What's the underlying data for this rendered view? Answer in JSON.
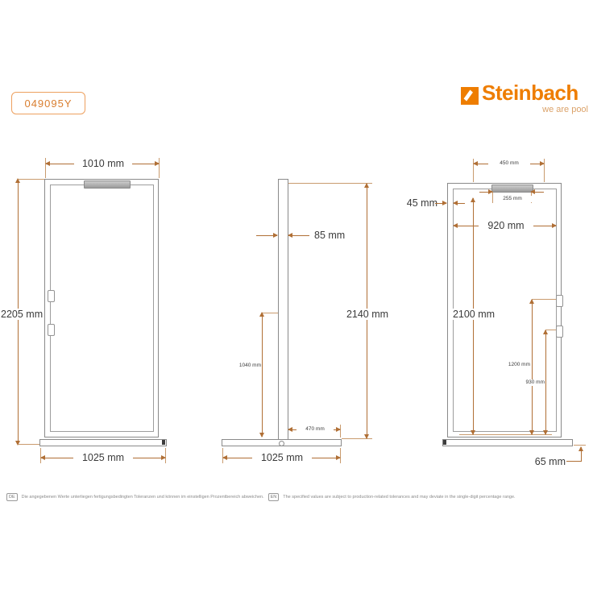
{
  "header": {
    "product_code": "049095Y",
    "brand_name": "Steinbach",
    "brand_tagline": "we are pool"
  },
  "colors": {
    "brand_orange": "#ee7d00",
    "dimension_line": "#b06f35",
    "outline_gray": "#8a8a8a"
  },
  "dims": {
    "front": {
      "top_width": "1010 mm",
      "total_height": "2205 mm",
      "base_width": "1025 mm"
    },
    "side": {
      "profile_depth": "85 mm",
      "frame_height": "2140 mm",
      "mid_height": "1040 mm",
      "base_offset": "470 mm",
      "base_width": "1025 mm"
    },
    "rear": {
      "top_offset": "450 mm",
      "plate_width": "255 mm",
      "profile_width": "45 mm",
      "inner_width": "920 mm",
      "inner_height": "2100 mm",
      "upper_hinge_height": "1200 mm",
      "lower_hinge_height": "930 mm",
      "base_height": "65 mm"
    }
  },
  "footnote": {
    "de_tag": "DE",
    "de_text": "Die angegebenen Werte unterliegen fertigungsbedingten Toleranzen und können im einstelligen Prozentbereich abweichen.",
    "en_tag": "EN",
    "en_text": "The specified values are subject to production-related tolerances and may deviate in the single-digit percentage range."
  }
}
